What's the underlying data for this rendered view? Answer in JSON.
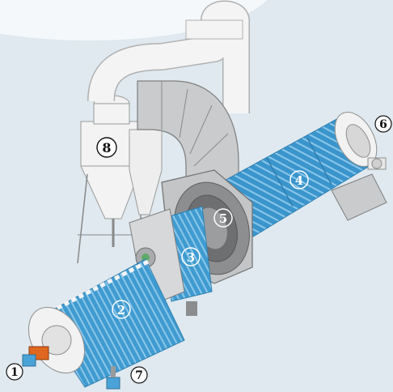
{
  "callouts": {
    "c1": "1",
    "c2": "2",
    "c3": "3",
    "c4": "4",
    "c5": "5",
    "c6": "6",
    "c7": "7",
    "c8": "8"
  },
  "colors": {
    "background": "#dfe9ef",
    "drum_blue": "#3f9bd0",
    "drum_stripe": "#8cc7ea",
    "machine_grey": "#c9cbcd",
    "duct_white": "#f3f3f3",
    "burner_orange": "#e0671f",
    "fan_blue": "#4aa3d8"
  }
}
